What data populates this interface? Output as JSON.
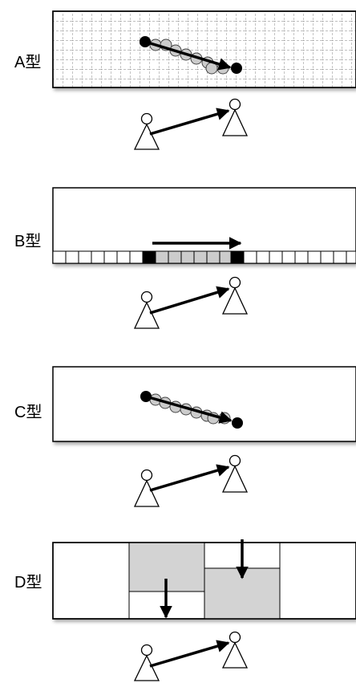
{
  "panels": [
    {
      "id": "A",
      "label": "A型"
    },
    {
      "id": "B",
      "label": "B型"
    },
    {
      "id": "C",
      "label": "C型"
    },
    {
      "id": "D",
      "label": "D型"
    }
  ]
}
